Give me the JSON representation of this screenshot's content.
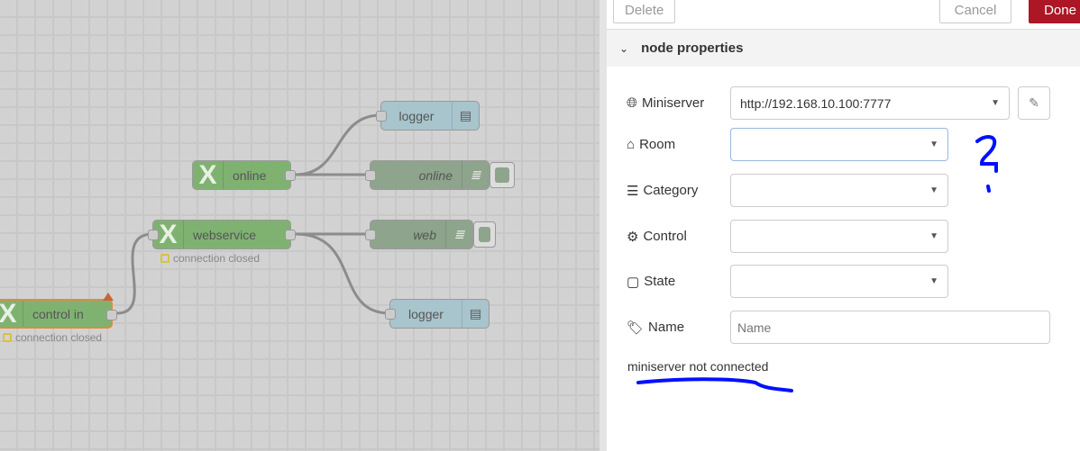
{
  "canvas": {
    "nodes": {
      "logger1": "logger",
      "online_in": "online",
      "online_out": "online",
      "webservice": "webservice",
      "web": "web",
      "logger2": "logger",
      "control_in": "control in"
    },
    "status_webservice": "connection closed",
    "status_control": "connection closed"
  },
  "toolbar": {
    "delete": "Delete",
    "cancel": "Cancel",
    "done": "Done"
  },
  "section": {
    "title": "node properties"
  },
  "form": {
    "miniserver_label": "Miniserver",
    "miniserver_value": "http://192.168.10.100:7777",
    "room_label": "Room",
    "category_label": "Category",
    "control_label": "Control",
    "state_label": "State",
    "name_label": "Name",
    "name_placeholder": "Name"
  },
  "status_message": "miniserver not connected",
  "colors": {
    "done": "#ad1625",
    "annotation": "#0010ff"
  }
}
